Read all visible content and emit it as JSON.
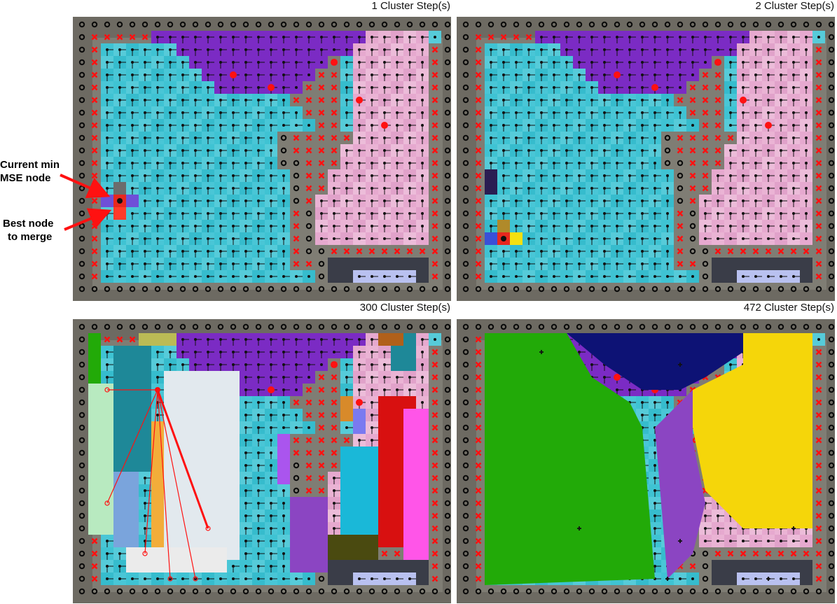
{
  "panels": [
    {
      "title": "1 Cluster Step(s)"
    },
    {
      "title": "2 Cluster Step(s)"
    },
    {
      "title": "300 Cluster Step(s)"
    },
    {
      "title": "472 Cluster Step(s)"
    }
  ],
  "annotations": {
    "current_min_line1": "Current min",
    "current_min_line2": "MSE node",
    "best_node_line1": "Best node",
    "best_node_line2": "to merge"
  },
  "colors": {
    "cyan": "#3fc3d3",
    "purple": "#7b2bc4",
    "pink": "#e6a9cf",
    "green": "#22aa08",
    "navy": "#0d1275",
    "yellow": "#f5d60a",
    "violet": "#8b45c2",
    "marker_red": "#ff1111"
  }
}
